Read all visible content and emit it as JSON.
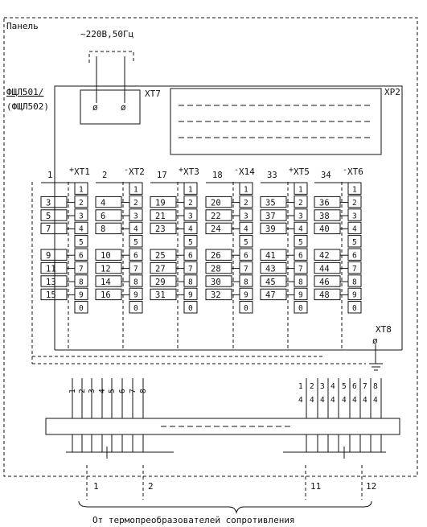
{
  "panel": {
    "title": "Панель",
    "power_label": "~220В,50Гц",
    "device_label_line1": "ФЩЛ501/",
    "device_label_line2": "(ФЩЛ502)"
  },
  "connectors": {
    "xt7": "XT7",
    "xp2": "XP2",
    "xt8": "XT8",
    "xt8_symbol": "ø",
    "power_terminal_symbol": "ø"
  },
  "terminal_blocks": [
    {
      "id": "XT1",
      "sign": "+",
      "first_wire": "1",
      "wires": [
        "3",
        "5",
        "7",
        "",
        "9",
        "11",
        "13",
        "15"
      ]
    },
    {
      "id": "XT2",
      "sign": "-",
      "first_wire": "2",
      "wires": [
        "4",
        "6",
        "8",
        "",
        "10",
        "12",
        "14",
        "16"
      ]
    },
    {
      "id": "XT3",
      "sign": "+",
      "first_wire": "17",
      "wires": [
        "19",
        "21",
        "23",
        "",
        "25",
        "27",
        "29",
        "31"
      ]
    },
    {
      "id": "X14",
      "sign": "-",
      "first_wire": "18",
      "wires": [
        "20",
        "22",
        "24",
        "",
        "26",
        "28",
        "30",
        "32"
      ]
    },
    {
      "id": "XT5",
      "sign": "+",
      "first_wire": "33",
      "wires": [
        "35",
        "37",
        "39",
        "",
        "41",
        "43",
        "45",
        "47"
      ]
    },
    {
      "id": "XT6",
      "sign": "-",
      "first_wire": "34",
      "wires": [
        "36",
        "38",
        "40",
        "",
        "42",
        "44",
        "46",
        "48"
      ]
    }
  ],
  "terminal_pins": [
    "1",
    "2",
    "3",
    "4",
    "5",
    "6",
    "7",
    "8",
    "9",
    "0"
  ],
  "cable_left_labels": [
    "1",
    "2",
    "3",
    "4",
    "5",
    "6",
    "7",
    "8"
  ],
  "cable_right_labels": [
    {
      "top": "1",
      "bottom": "4"
    },
    {
      "top": "2",
      "bottom": "4"
    },
    {
      "top": "3",
      "bottom": "4"
    },
    {
      "top": "4",
      "bottom": "4"
    },
    {
      "top": "5",
      "bottom": "4"
    },
    {
      "top": "6",
      "bottom": "4"
    },
    {
      "top": "7",
      "bottom": "4"
    },
    {
      "top": "8",
      "bottom": "4"
    }
  ],
  "sensor_labels": [
    "1",
    "2",
    "11",
    "12"
  ],
  "footer_caption": "От термопреобразователей сопротивления"
}
